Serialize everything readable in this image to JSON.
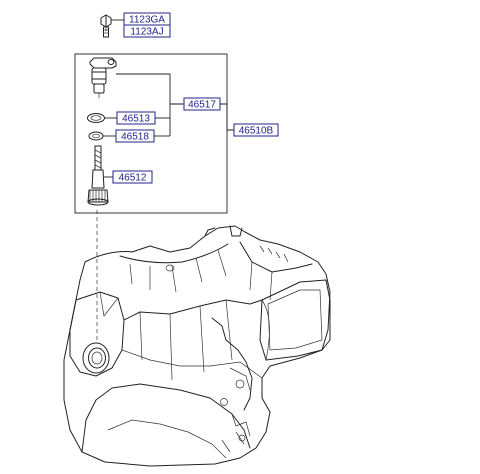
{
  "part_labels": {
    "bolt_1": "1123GA",
    "bolt_2": "1123AJ",
    "speedometer_assembly": "46517",
    "o_ring": "46513",
    "seal": "46518",
    "driven_gear": "46512",
    "gear_assembly": "46510B"
  },
  "colors": {
    "label_text": "#23238e",
    "label_border": "#23238e",
    "line_art": "#222222"
  }
}
